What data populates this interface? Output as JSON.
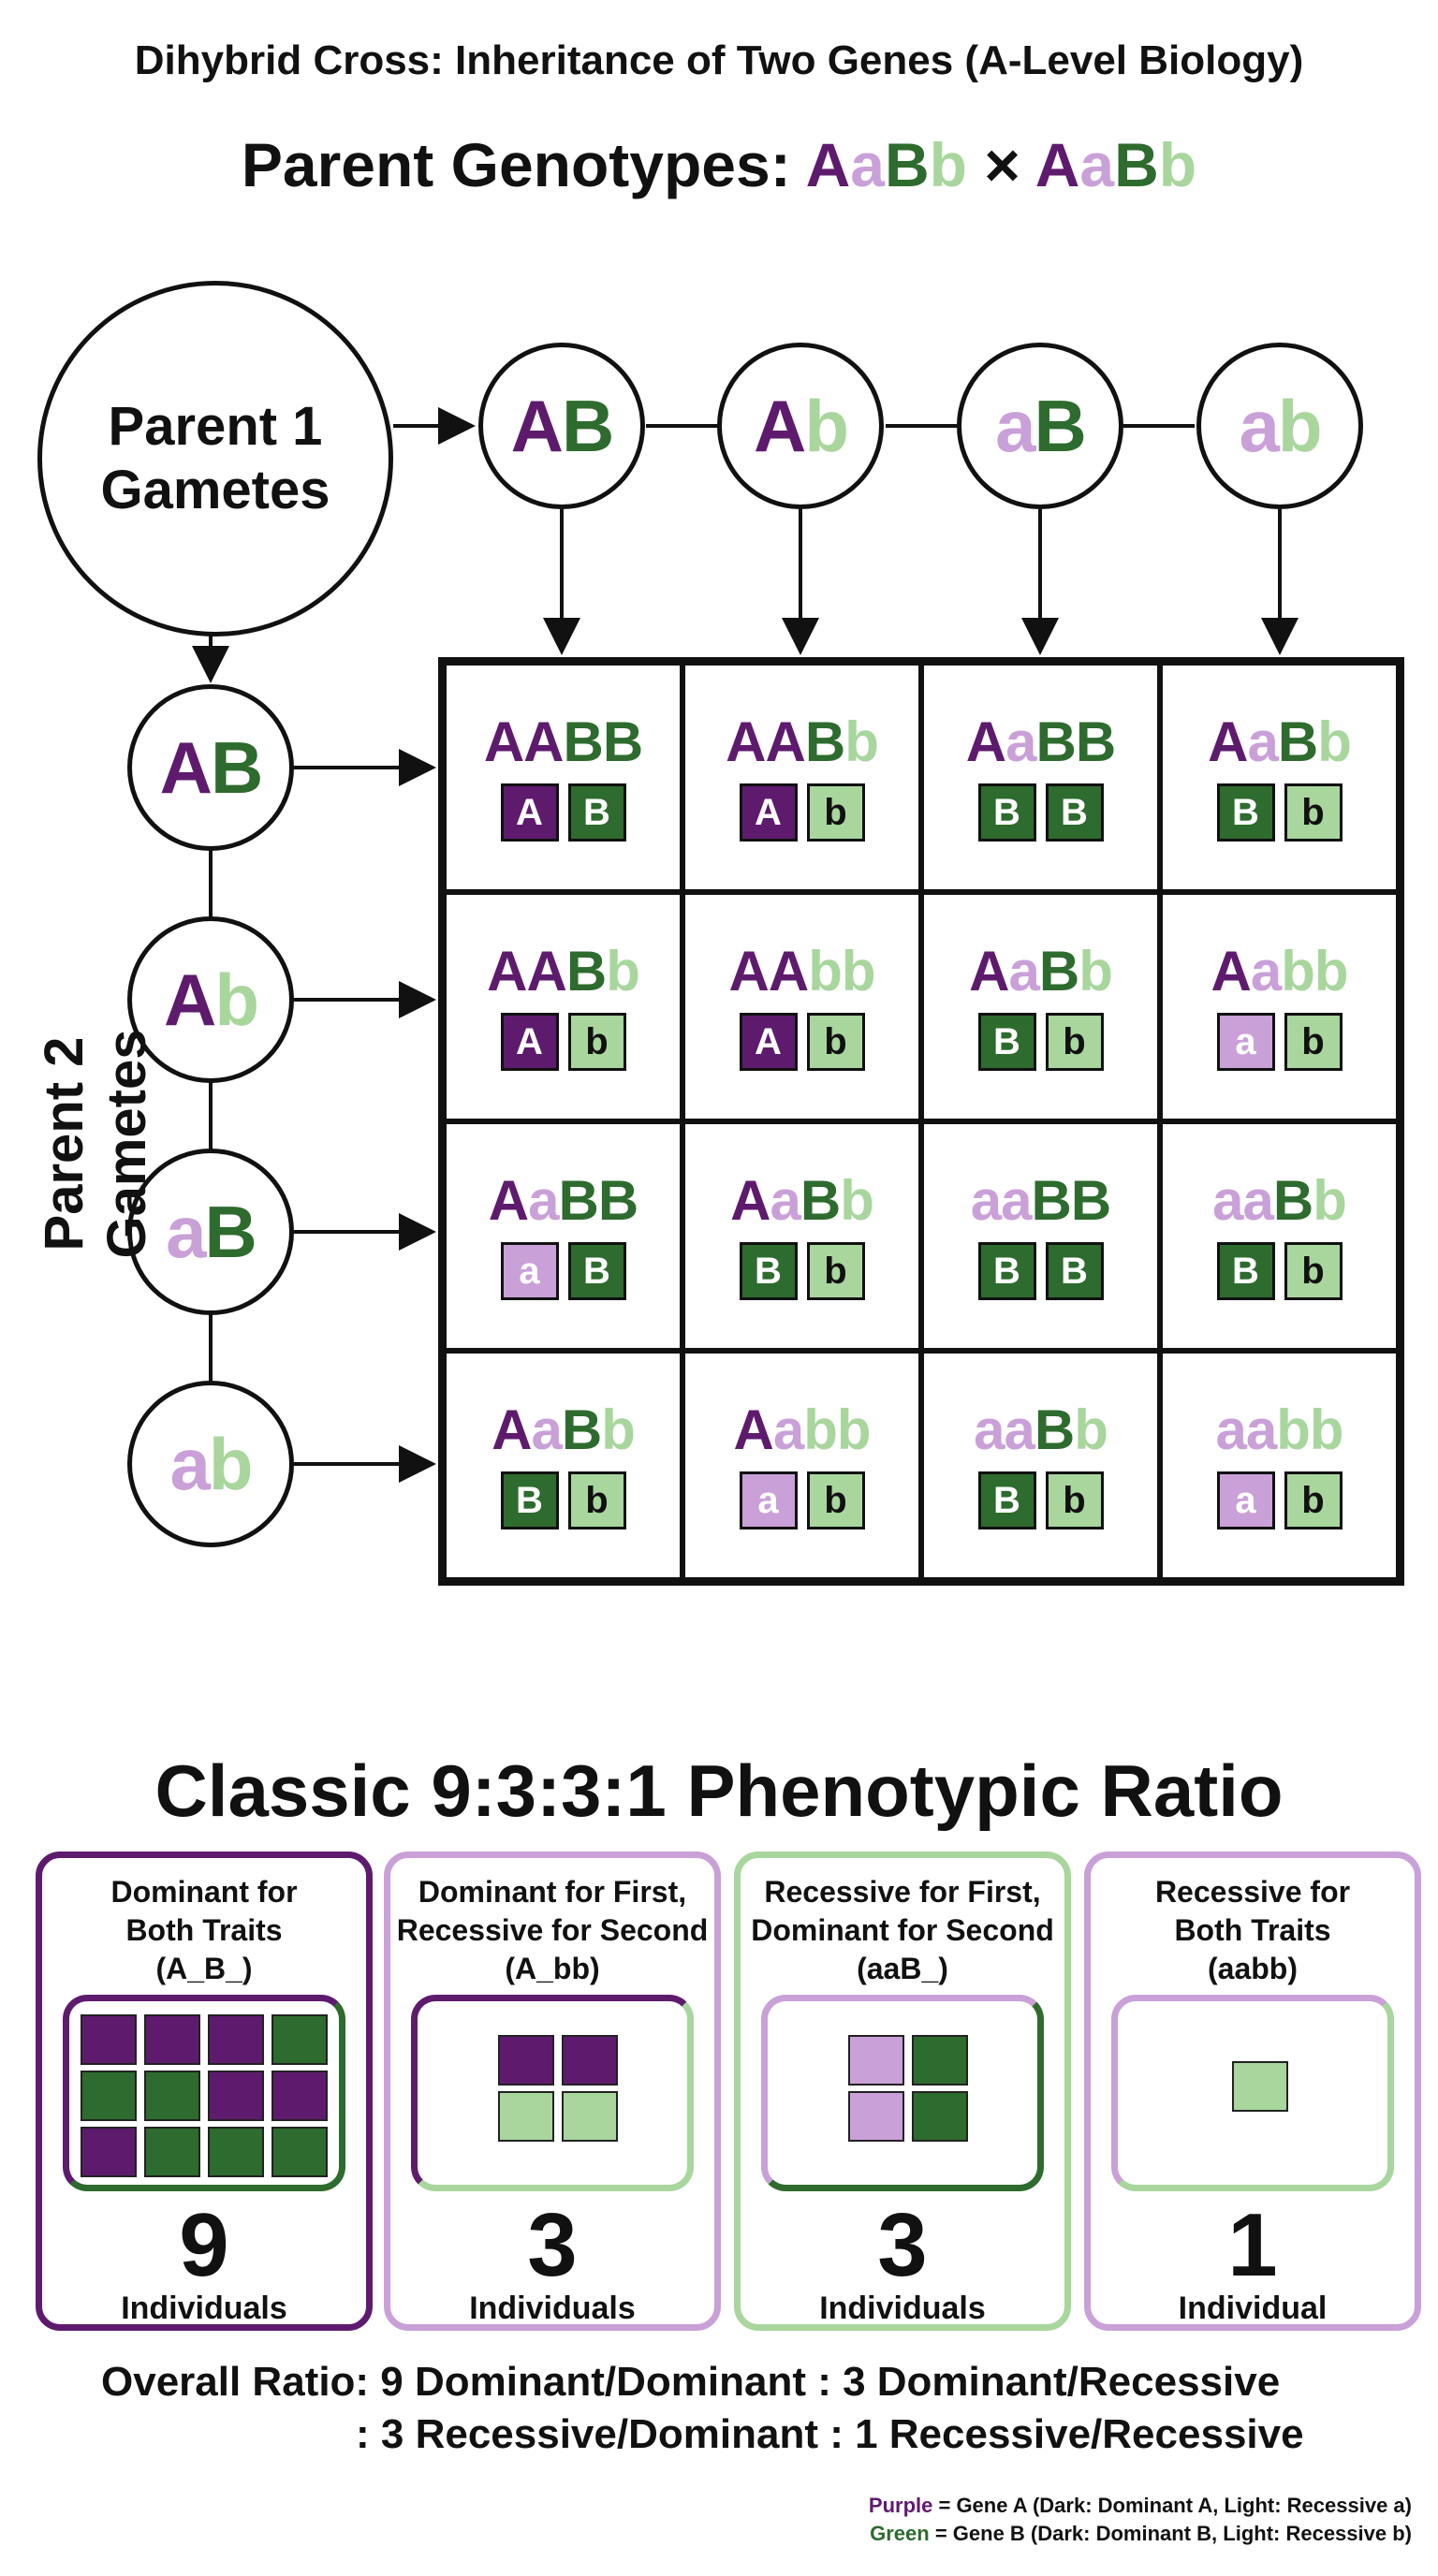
{
  "heading": {
    "subtitle": "Dihybrid Cross: Inheritance of Two Genes (A-Level Biology)",
    "parent_label": "Parent Genotypes: ",
    "cross_symbol": "×"
  },
  "parent1": {
    "label_line1": "Parent 1",
    "label_line2": "Gametes"
  },
  "parent2": {
    "label": "Parent 2 Gametes"
  },
  "gametes": [
    "AB",
    "Ab",
    "aB",
    "ab"
  ],
  "punnett": [
    [
      {
        "genotype": "AABB",
        "chips": [
          "A",
          "B"
        ]
      },
      {
        "genotype": "AABb",
        "chips": [
          "A",
          "b"
        ]
      },
      {
        "genotype": "AaBB",
        "chips": [
          "B",
          "B"
        ]
      },
      {
        "genotype": "AaBb",
        "chips": [
          "B",
          "b"
        ]
      }
    ],
    [
      {
        "genotype": "AABb",
        "chips": [
          "A",
          "b"
        ]
      },
      {
        "genotype": "AAbb",
        "chips": [
          "A",
          "b"
        ]
      },
      {
        "genotype": "AaBb",
        "chips": [
          "B",
          "b"
        ]
      },
      {
        "genotype": "Aabb",
        "chips": [
          "a",
          "b"
        ]
      }
    ],
    [
      {
        "genotype": "AaBB",
        "chips": [
          "a",
          "B"
        ]
      },
      {
        "genotype": "AaBb",
        "chips": [
          "B",
          "b"
        ]
      },
      {
        "genotype": "aaBB",
        "chips": [
          "B",
          "B"
        ]
      },
      {
        "genotype": "aaBb",
        "chips": [
          "B",
          "b"
        ]
      }
    ],
    [
      {
        "genotype": "AaBb",
        "chips": [
          "B",
          "b"
        ]
      },
      {
        "genotype": "Aabb",
        "chips": [
          "a",
          "b"
        ]
      },
      {
        "genotype": "aaBb",
        "chips": [
          "B",
          "b"
        ]
      },
      {
        "genotype": "aabb",
        "chips": [
          "a",
          "b"
        ]
      }
    ]
  ],
  "ratio_section": {
    "title": "Classic 9:3:3:1 Phenotypic Ratio",
    "categories": [
      {
        "label_line1": "Dominant for",
        "label_line2": "Both Traits",
        "label_line3": "(A_B_)",
        "count": "9",
        "unit": "Individuals"
      },
      {
        "label_line1": "Dominant for First,",
        "label_line2": "Recessive for Second",
        "label_line3": "(A_bb)",
        "count": "3",
        "unit": "Individuals"
      },
      {
        "label_line1": "Recessive for First,",
        "label_line2": "Dominant for Second",
        "label_line3": "(aaB_)",
        "count": "3",
        "unit": "Individuals"
      },
      {
        "label_line1": "Recessive for",
        "label_line2": "Both Traits",
        "label_line3": "(aabb)",
        "count": "1",
        "unit": "Individual"
      }
    ],
    "overall_line1": "Overall Ratio: 9 Dominant/Dominant : 3 Dominant/Recessive",
    "overall_line2": ": 3 Recessive/Dominant : 1 Recessive/Recessive"
  },
  "key": {
    "purple_word": "Purple",
    "purple_text": " = Gene A (Dark: Dominant A, Light: Recessive a)",
    "green_word": "Green",
    "green_text": " = Gene B (Dark: Dominant B, Light: Recessive b)"
  },
  "colors": {
    "dominant_A": "#5e1b6e",
    "recessive_a": "#c9a0d8",
    "dominant_B": "#2e6b2e",
    "recessive_b": "#a8d69d"
  }
}
